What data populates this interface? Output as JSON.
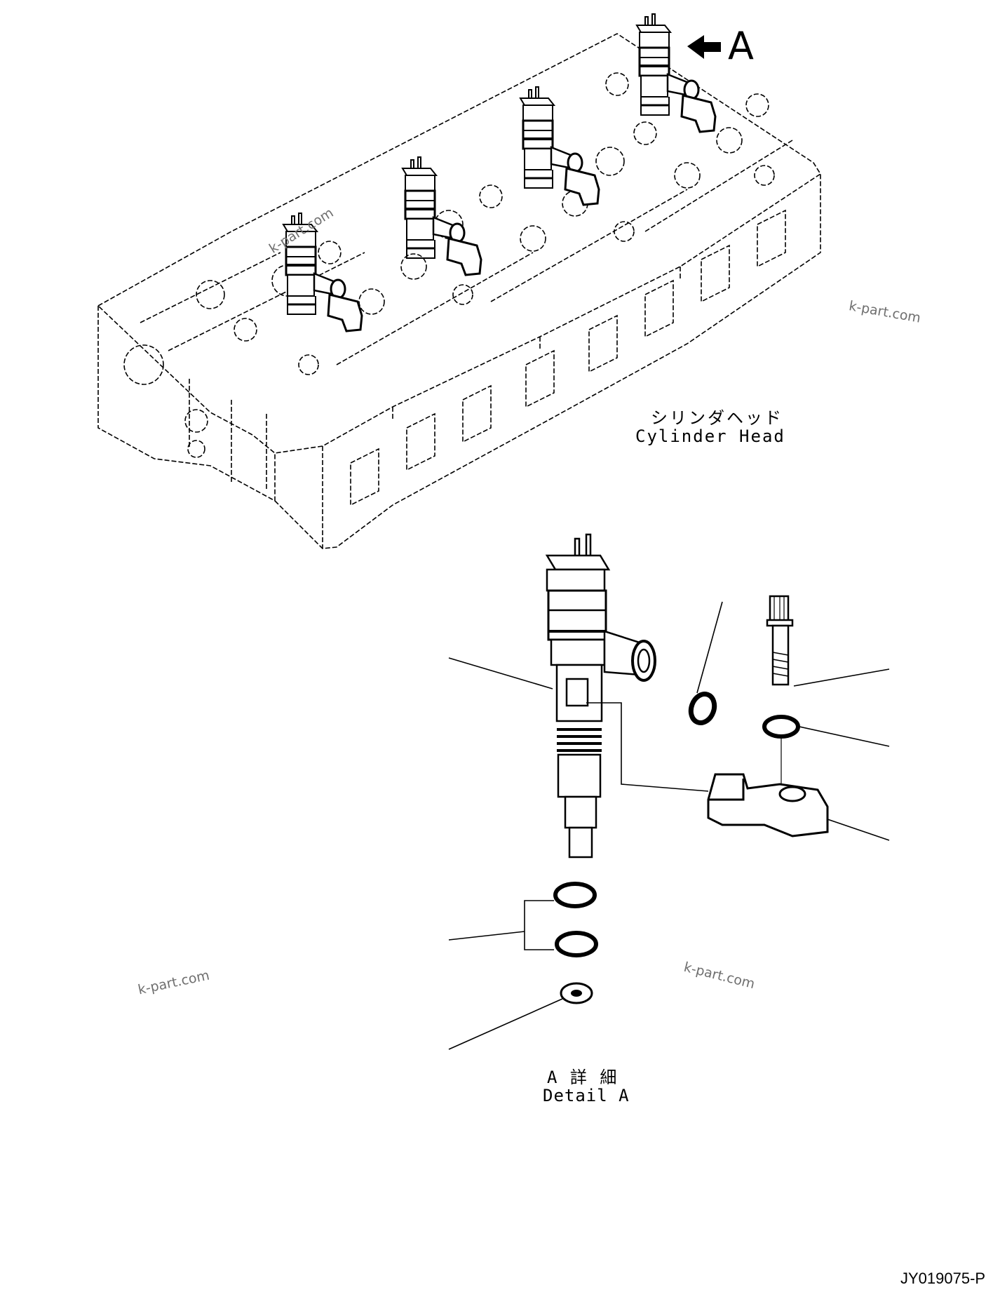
{
  "labels": {
    "arrow_a": "A",
    "cylinder_head_jp": "シリンダヘッド",
    "cylinder_head_en": "Cylinder Head",
    "detail_a_jp": "A 詳 細",
    "detail_a_en": "Detail A",
    "drawing_code": "JY019075-P"
  },
  "watermarks": [
    "k-part.com",
    "k-part.com",
    "k-part.com",
    "k-part.com"
  ],
  "colors": {
    "line": "#000000",
    "watermark": "#6f6f6f",
    "background": "#ffffff"
  }
}
